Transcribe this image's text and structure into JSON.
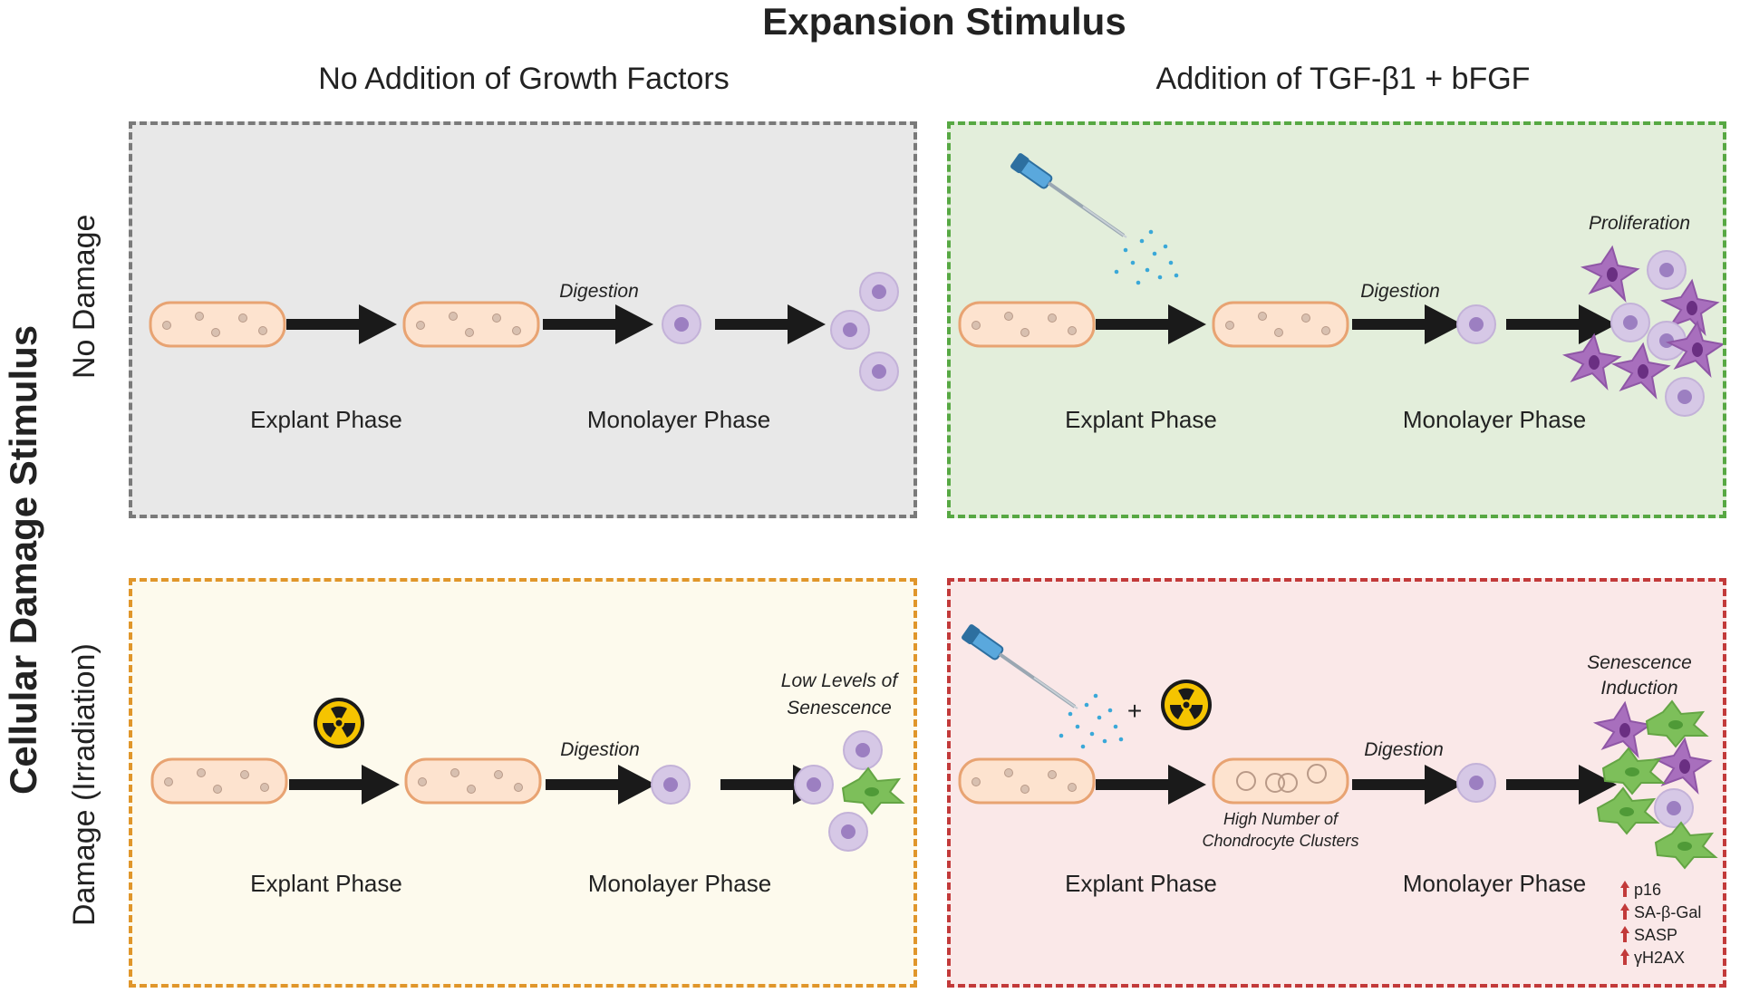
{
  "title": "Expansion Stimulus",
  "side_title": "Cellular Damage Stimulus",
  "columns": [
    "No Addition of Growth Factors",
    "Addition of TGF-β1 + bFGF"
  ],
  "rows": [
    "No Damage",
    "Damage (Irradiation)"
  ],
  "panels": {
    "top_left": {
      "explant_label": "Explant Phase",
      "monolayer_label": "Monolayer Phase",
      "digestion_label": "Digestion"
    },
    "top_right": {
      "explant_label": "Explant Phase",
      "monolayer_label": "Monolayer Phase",
      "digestion_label": "Digestion",
      "outcome_label": "Proliferation"
    },
    "bottom_left": {
      "explant_label": "Explant Phase",
      "monolayer_label": "Monolayer Phase",
      "digestion_label": "Digestion",
      "outcome_line1": "Low Levels of",
      "outcome_line2": "Senescence"
    },
    "bottom_right": {
      "explant_label": "Explant Phase",
      "monolayer_label": "Monolayer Phase",
      "digestion_label": "Digestion",
      "outcome_line1": "Senescence",
      "outcome_line2": "Induction",
      "plus": "+",
      "cluster_line1": "High Number of",
      "cluster_line2": "Chondrocyte Clusters",
      "markers": [
        "p16",
        "SA-β-Gal",
        "SASP",
        "γH2AX"
      ]
    }
  },
  "colors": {
    "gray_border": "#7a7a7a",
    "green_border": "#57a843",
    "orange_border": "#e0962b",
    "red_border": "#c23a3a",
    "cell": "#d6c8e6",
    "nucleus": "#9c7fc1",
    "fibroblast": "#a86fbd",
    "senescent": "#7dbf5a"
  }
}
